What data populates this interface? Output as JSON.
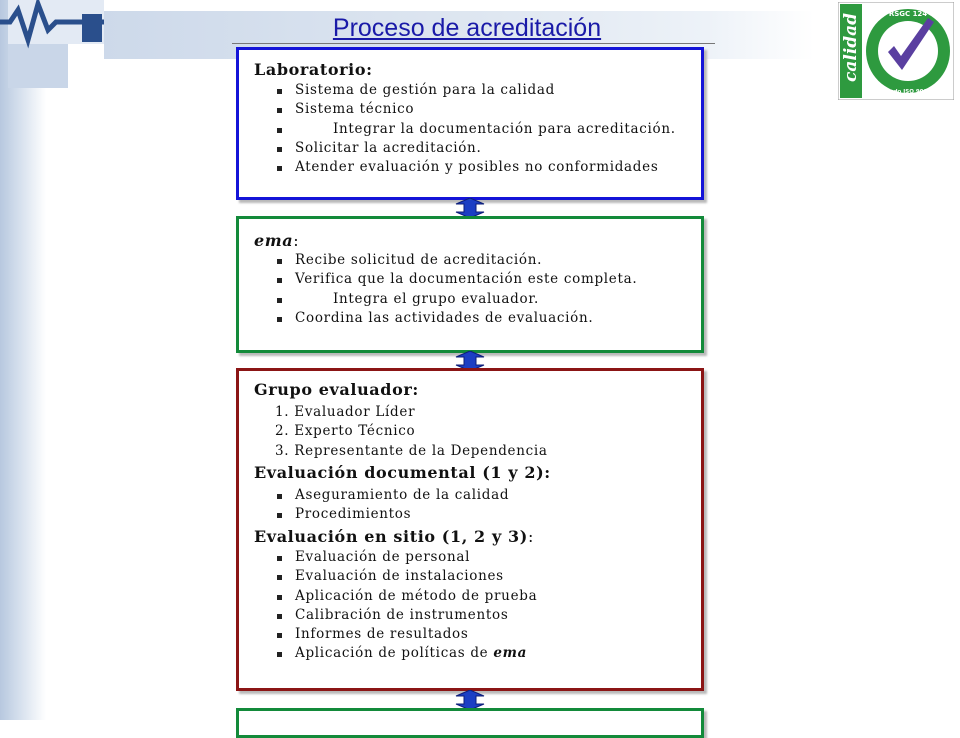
{
  "header": {
    "title": "Proceso de acreditación",
    "seal_lines": {
      "calidad": "calidad",
      "top": "RSGC 124",
      "bottom": "Certificado ISO 9001/2000"
    }
  },
  "colors": {
    "title": "#1a1aa8",
    "blue_box": "#1414d8",
    "green_box": "#138a3a",
    "red_box": "#8b1515",
    "seal": "#2e9a3f"
  },
  "laboratorio": {
    "title": "Laboratorio:",
    "items": [
      "Sistema de gestión para la calidad",
      "Sistema técnico",
      "Integrar la documentación para acreditación.",
      "Solicitar la acreditación.",
      "Atender evaluación y posibles no conformidades"
    ]
  },
  "ema": {
    "title": "ema",
    "colon": ":",
    "items": [
      "Recibe solicitud de acreditación.",
      "Verifica que la documentación este completa.",
      "Integra el grupo evaluador.",
      "Coordina las actividades de evaluación."
    ]
  },
  "grupo": {
    "title": "Grupo evaluador:",
    "members": [
      "1. Evaluador Líder",
      "2. Experto Técnico",
      "3. Representante de la Dependencia"
    ],
    "doc_title": "Evaluación documental (1 y 2):",
    "doc_items": [
      "Aseguramiento de la calidad",
      "Procedimientos"
    ],
    "site_title": "Evaluación en sitio (1, 2 y 3)",
    "site_colon": ":",
    "site_items": [
      "Evaluación de personal",
      "Evaluación de instalaciones",
      "Aplicación de método de prueba",
      "Calibración de instrumentos",
      "Informes de resultados"
    ],
    "last_item_prefix": "Aplicación de políticas de ",
    "last_item_ema": "ema"
  }
}
